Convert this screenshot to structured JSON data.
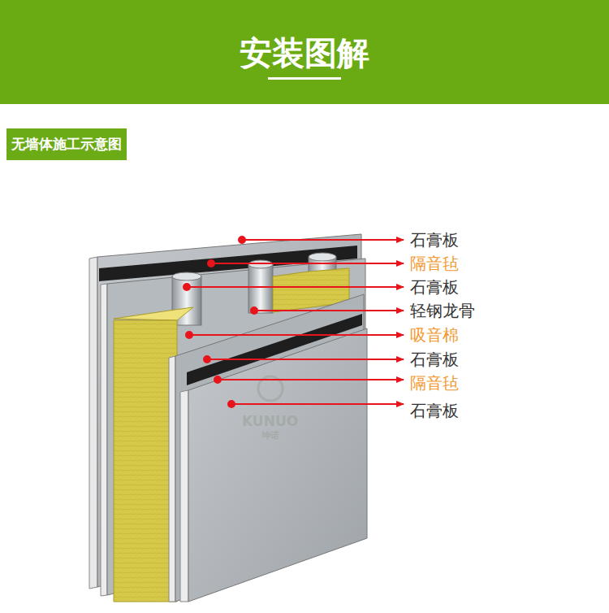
{
  "diagram": {
    "title": "安装图解",
    "nodes": [
      {
        "text": [
          "无墙体施工示意图"
        ]
      }
    ],
    "labels": [
      "石膏板",
      "隔音毡",
      "石膏板",
      "轻钢龙骨",
      "吸音棉",
      "石膏板",
      "隔音毡",
      "石膏板",
      "KUNUO",
      "坤诺"
    ]
  }
}
